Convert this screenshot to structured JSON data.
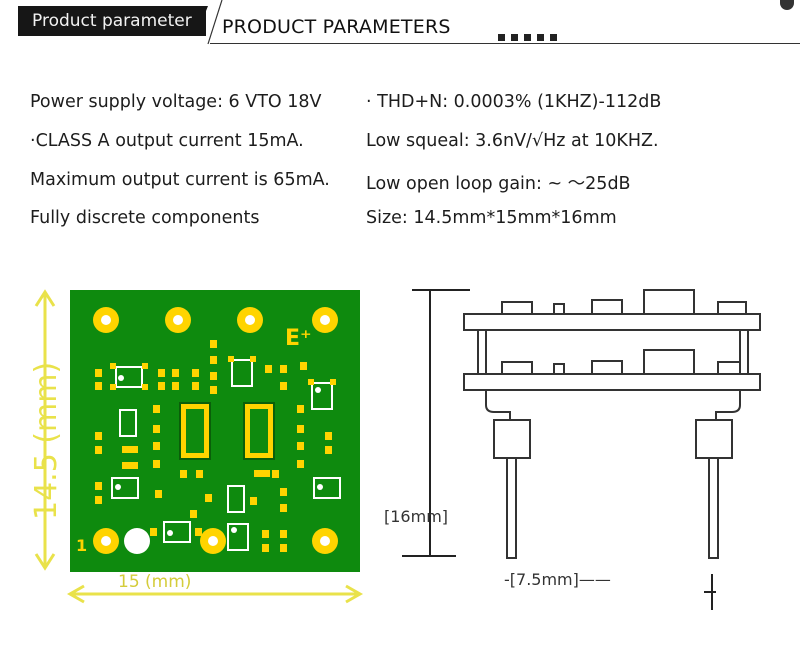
{
  "header": {
    "tab_label": "Product parameter",
    "title": "PRODUCT PARAMETERS"
  },
  "specs": {
    "left": [
      "Power supply voltage: 6 VTO 18V",
      "·CLASS A output current 15mA.",
      "Maximum output current is 65mA.",
      "Fully discrete components"
    ],
    "right": [
      "· THD+N: 0.0003% (1KHZ)-112dB",
      "Low squeal: 3.6nV/√Hz at 10KHZ.",
      "Low open loop gain: ~ 〜25dB",
      "Size: 14.5mm*15mm*16mm"
    ]
  },
  "board": {
    "brand_mark": "E⁺",
    "pin1_label": "1",
    "height_label": "14.5 (mm)",
    "width_label": "15 (mm)"
  },
  "side_view": {
    "height_label": "[16mm]",
    "pitch_label": "[7.5mm]"
  },
  "colors": {
    "board_green": "#0e8a0e",
    "pad_gold": "#ffd400",
    "dimension_yellow": "#e9e24a"
  }
}
